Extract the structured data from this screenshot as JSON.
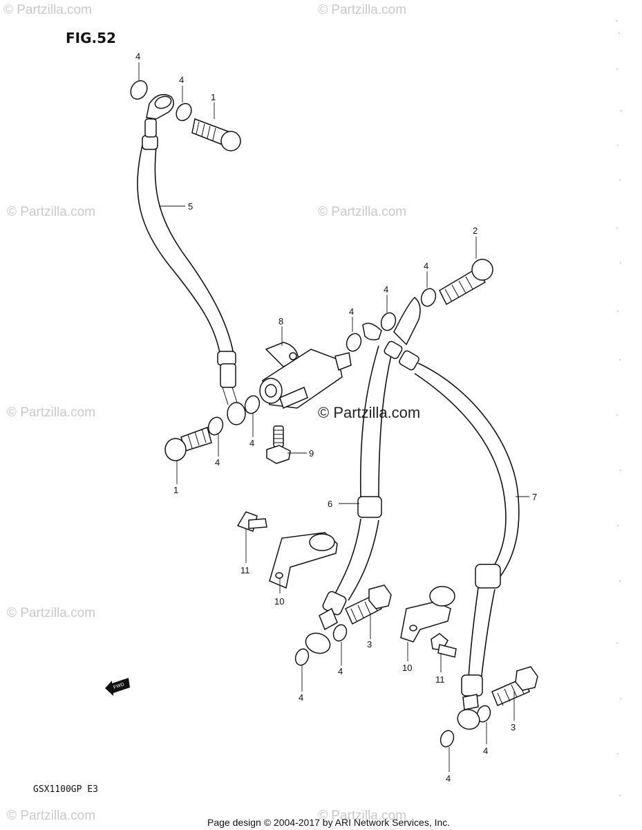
{
  "figure": {
    "title": "FIG.52",
    "model_code": "GSX1100GP  E3"
  },
  "watermarks": {
    "repeated": "© Partzilla.com",
    "center": "© Partzilla.com"
  },
  "callouts": {
    "c1a": "4",
    "c1b": "4",
    "c1c": "1",
    "c1d": "5",
    "c2a": "2",
    "c2b": "4",
    "c2c": "4",
    "c2d": "4",
    "c2e": "8",
    "c3a": "4",
    "c3b": "4",
    "c3c": "1",
    "c3d": "9",
    "c4a": "6",
    "c4b": "7",
    "c5a": "11",
    "c5b": "10",
    "c5c": "3",
    "c5d": "4",
    "c5e": "4",
    "c6a": "10",
    "c6b": "11",
    "c6c": "3",
    "c6d": "4",
    "c6e": "4"
  },
  "fwd_marker": "FWD",
  "footer": "Page design © 2004-2017 by ARI Network Services, Inc."
}
